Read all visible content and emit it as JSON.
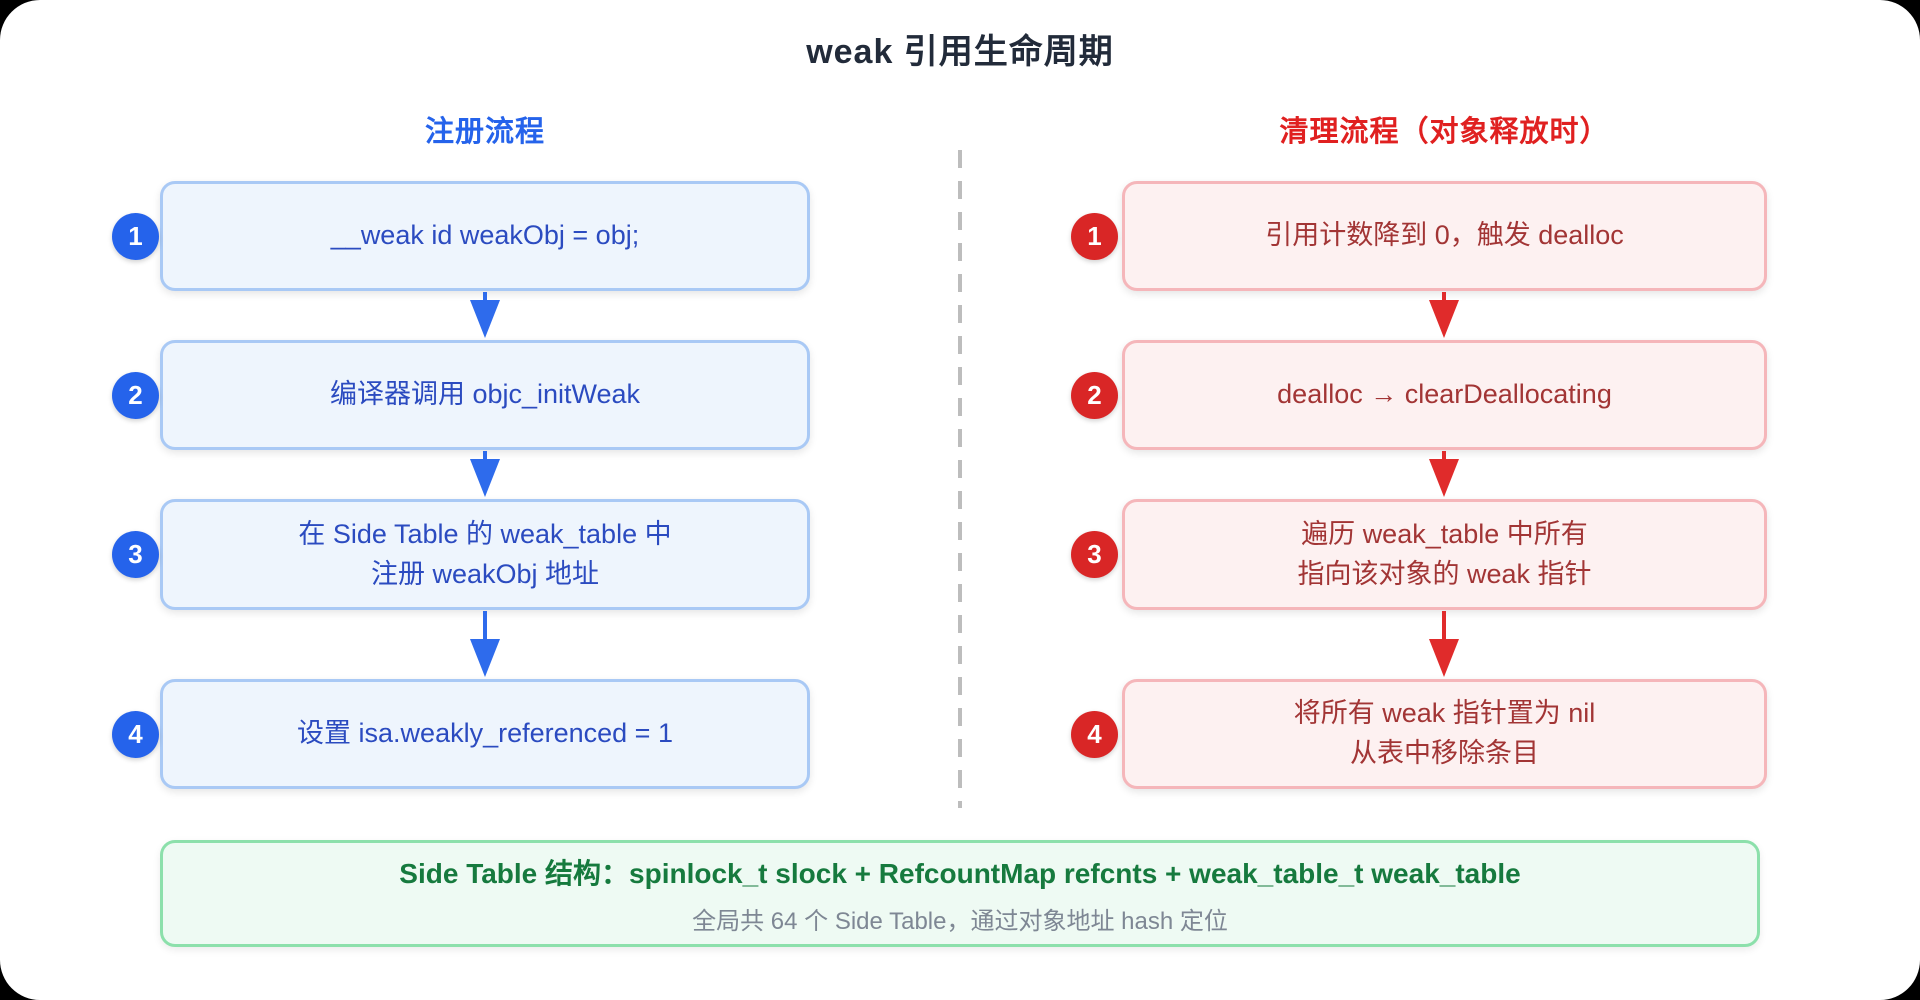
{
  "page": {
    "title": "weak 引用生命周期"
  },
  "colors": {
    "register_accent": "#2563eb",
    "register_box_fill": "#eef5fd",
    "register_box_border": "#a9c9f5",
    "register_text": "#2b4bc0",
    "cleanup_accent": "#e02020",
    "cleanup_badge": "#d92626",
    "cleanup_box_fill": "#fdf1f1",
    "cleanup_box_border": "#f5b6ba",
    "cleanup_text": "#a23535",
    "footer_fill": "#eefaf3",
    "footer_border": "#8ce0ab",
    "footer_title_text": "#167a3e",
    "footer_subtitle_text": "#7e8794",
    "title_text": "#222b3a",
    "divider": "#bdbdbd"
  },
  "left_flow": {
    "header": "注册流程",
    "steps": [
      {
        "num": "1",
        "text": "__weak id weakObj = obj;"
      },
      {
        "num": "2",
        "text": "编译器调用 objc_initWeak"
      },
      {
        "num": "3",
        "text": "在 Side Table 的 weak_table 中\n注册 weakObj 地址"
      },
      {
        "num": "4",
        "text": "设置 isa.weakly_referenced = 1"
      }
    ]
  },
  "right_flow": {
    "header": "清理流程（对象释放时）",
    "steps": [
      {
        "num": "1",
        "text": "引用计数降到 0，触发 dealloc"
      },
      {
        "num": "2",
        "text": "dealloc → clearDeallocating"
      },
      {
        "num": "3",
        "text": "遍历 weak_table 中所有\n指向该对象的 weak 指针"
      },
      {
        "num": "4",
        "text": "将所有 weak 指针置为 nil\n从表中移除条目"
      }
    ]
  },
  "footer": {
    "title": "Side Table 结构：spinlock_t slock + RefcountMap refcnts + weak_table_t weak_table",
    "subtitle": "全局共 64 个 Side Table，通过对象地址 hash 定位"
  }
}
